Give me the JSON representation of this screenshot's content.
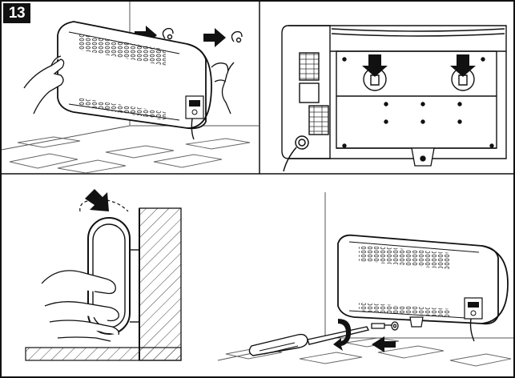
{
  "step": {
    "number": "13"
  },
  "panels": [
    {
      "id": "hang-heater",
      "icons": [
        "heater-icon",
        "hand-icon",
        "push-arrow-icon",
        "wall-hook-icon",
        "floor-tile-icon"
      ]
    },
    {
      "id": "back-bracket",
      "icons": [
        "heater-back-icon",
        "down-arrow-icon",
        "bracket-slot-icon",
        "power-cord-icon"
      ]
    },
    {
      "id": "side-mount",
      "icons": [
        "heater-side-icon",
        "down-arrow-icon",
        "hand-icon",
        "wall-icon"
      ]
    },
    {
      "id": "secure-screw",
      "icons": [
        "heater-icon",
        "screwdriver-icon",
        "screw-icon",
        "rotate-arrow-icon",
        "push-arrow-icon",
        "floor-tile-icon"
      ]
    }
  ],
  "colors": {
    "line": "#111111",
    "arrow": "#111111",
    "hatch": "#444444",
    "paper": "#ffffff"
  }
}
